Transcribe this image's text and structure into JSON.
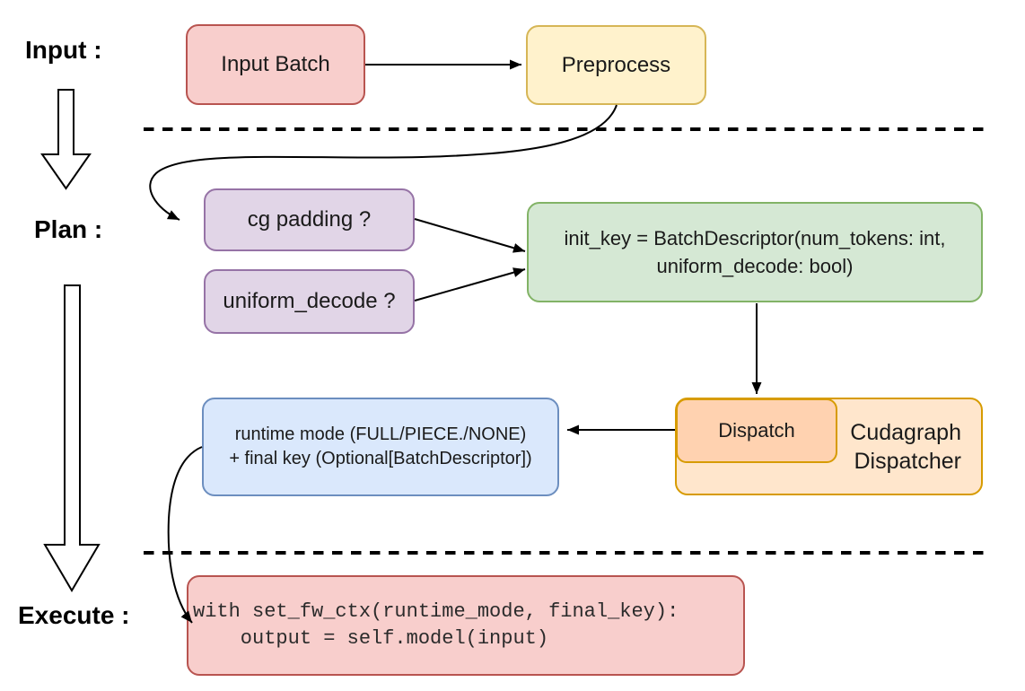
{
  "stages": {
    "input": {
      "label": "Input :"
    },
    "plan": {
      "label": "Plan :"
    },
    "execute": {
      "label": "Execute :"
    }
  },
  "nodes": {
    "input_batch": {
      "label": "Input Batch"
    },
    "preprocess": {
      "label": "Preprocess"
    },
    "cg_padding": {
      "label": "cg padding ?"
    },
    "uniform_decode": {
      "label": "uniform_decode ?"
    },
    "init_key": {
      "line1": "init_key = BatchDescriptor(num_tokens: int,",
      "line2": "uniform_decode: bool)"
    },
    "dispatch": {
      "label": "Dispatch"
    },
    "cudagraph_dispatcher": {
      "line1": "Cudagraph",
      "line2": "Dispatcher"
    },
    "runtime_mode": {
      "line1": "runtime mode (FULL/PIECE./NONE)",
      "line2": "+ final key (Optional[BatchDescriptor])"
    },
    "execute_code": {
      "line1": "with set_fw_ctx(runtime_mode, final_key):",
      "line2": "    output = self.model(input)"
    }
  },
  "colors": {
    "red-fill": "#f8cecc",
    "red-stroke": "#b85450",
    "yellow-fill": "#fff2cc",
    "yellow-stroke": "#d6b656",
    "purple-fill": "#e1d5e7",
    "purple-stroke": "#9673a6",
    "green-fill": "#d5e8d4",
    "green-stroke": "#82b366",
    "peach-fill": "#ffe6cc",
    "peach-inner-fill": "#ffd2b0",
    "peach-stroke": "#d79b00",
    "blue-fill": "#dae8fc",
    "blue-stroke": "#6c8ebf",
    "text": "#1a1a1a",
    "connector": "#000000"
  }
}
